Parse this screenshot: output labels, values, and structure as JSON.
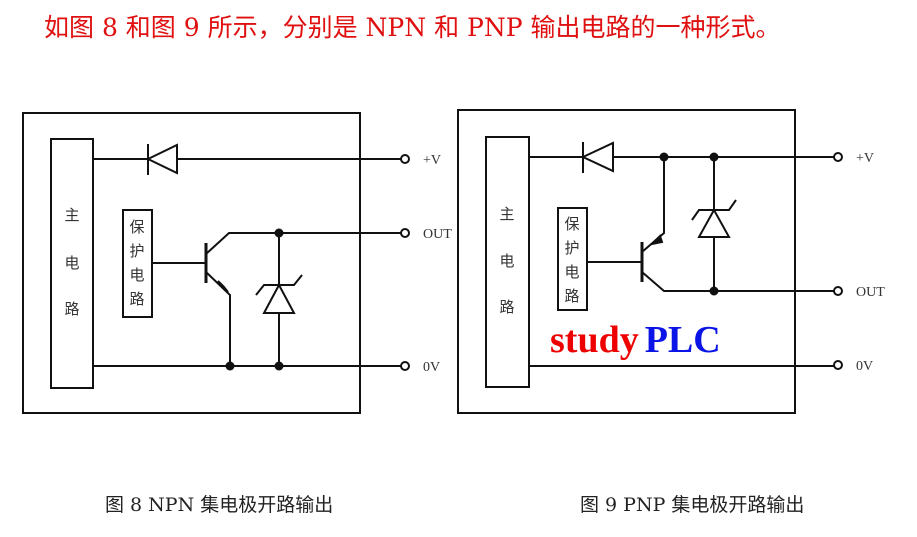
{
  "title": "如图 8 和图 9 所示，分别是 NPN 和 PNP 输出电路的一种形式。",
  "figure_npn": {
    "caption": "图 8 NPN 集电极开路输出",
    "main_circuit": [
      "主",
      "电",
      "路"
    ],
    "protect_circuit": [
      "保",
      "护",
      "电",
      "路"
    ],
    "terminals": {
      "v": "+V",
      "out": "OUT",
      "zero": "0V"
    }
  },
  "figure_pnp": {
    "caption": "图 9 PNP 集电极开路输出",
    "main_circuit": [
      "主",
      "电",
      "路"
    ],
    "protect_circuit": [
      "保",
      "护",
      "电",
      "路"
    ],
    "terminals": {
      "v": "+V",
      "out": "OUT",
      "zero": "0V"
    },
    "logo": {
      "part1": "study",
      "part2": "PLC",
      "color1": "#ee0000",
      "color2": "#0a14e6"
    }
  }
}
